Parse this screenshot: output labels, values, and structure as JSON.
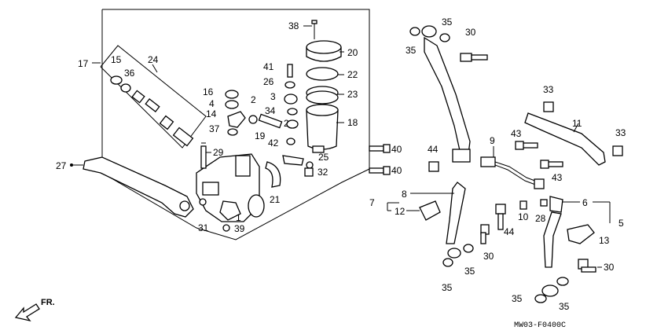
{
  "diagram": {
    "code": "MW03-F0400C",
    "direction_label": "FR.",
    "callouts": [
      "1",
      "2",
      "3",
      "4",
      "5",
      "6",
      "7",
      "8",
      "9",
      "10",
      "11",
      "12",
      "13",
      "14",
      "15",
      "16",
      "17",
      "18",
      "19",
      "20",
      "21",
      "22",
      "23",
      "24",
      "25",
      "26",
      "27",
      "28",
      "29",
      "30",
      "31",
      "32",
      "33",
      "34",
      "35",
      "36",
      "37",
      "38",
      "39",
      "40",
      "41",
      "42",
      "43",
      "44"
    ]
  }
}
